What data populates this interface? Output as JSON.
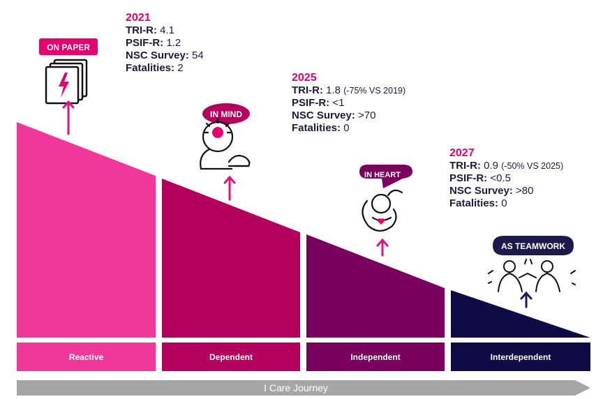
{
  "milestones": [
    {
      "year": "2021",
      "metrics": [
        {
          "key": "TRI-R:",
          "value": "4.1",
          "note": ""
        },
        {
          "key": "PSIF-R:",
          "value": "1.2",
          "note": ""
        },
        {
          "key": "NSC Survey:",
          "value": "54",
          "note": ""
        },
        {
          "key": "Fatalities:",
          "value": "2",
          "note": ""
        }
      ]
    },
    {
      "year": "2025",
      "metrics": [
        {
          "key": "TRI-R:",
          "value": "1.8",
          "note": "(-75% VS 2019)"
        },
        {
          "key": "PSIF-R:",
          "value": "<1",
          "note": ""
        },
        {
          "key": "NSC Survey:",
          "value": ">70",
          "note": ""
        },
        {
          "key": "Fatalities:",
          "value": "0",
          "note": ""
        }
      ]
    },
    {
      "year": "2027",
      "metrics": [
        {
          "key": "TRI-R:",
          "value": "0.9",
          "note": "(-50% VS 2025)"
        },
        {
          "key": "PSIF-R:",
          "value": "<0.5",
          "note": ""
        },
        {
          "key": "NSC Survey:",
          "value": ">80",
          "note": ""
        },
        {
          "key": "Fatalities:",
          "value": "0",
          "note": ""
        }
      ]
    }
  ],
  "badges": [
    "ON PAPER",
    "IN MIND",
    "IN HEART",
    "AS TEAMWORK"
  ],
  "stages": [
    "Reactive",
    "Dependent",
    "Independent",
    "Interdependent"
  ],
  "journey_label": "I Care Journey",
  "colors": {
    "reactive": "#f0379a",
    "dependent": "#b3005c",
    "independent": "#7a005e",
    "interdependent": "#0f0c45",
    "year_text": "#e4006e",
    "arrow_magenta": "#e3117d",
    "arrow_navy": "#1c1a5a",
    "journey_bar": "#a6a6a6"
  }
}
